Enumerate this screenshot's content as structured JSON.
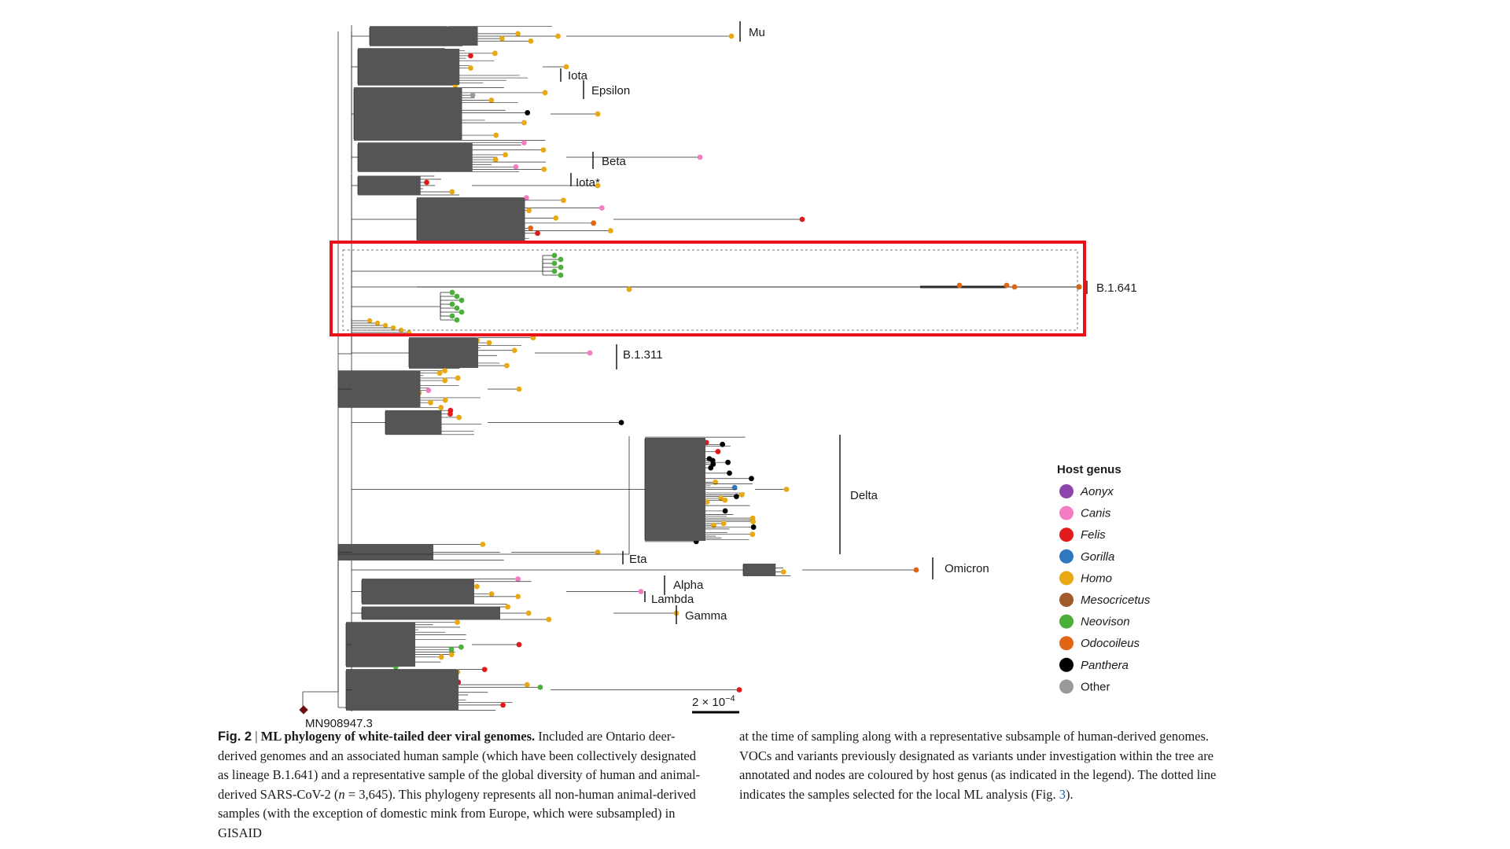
{
  "figure": {
    "clades": [
      {
        "key": "mu",
        "label": "Mu"
      },
      {
        "key": "iota",
        "label": "Iota"
      },
      {
        "key": "epsilon",
        "label": "Epsilon"
      },
      {
        "key": "beta",
        "label": "Beta"
      },
      {
        "key": "iota_star",
        "label": "Iota*"
      },
      {
        "key": "b1641",
        "label": "B.1.641"
      },
      {
        "key": "b1311",
        "label": "B.1.311"
      },
      {
        "key": "delta",
        "label": "Delta"
      },
      {
        "key": "eta",
        "label": "Eta"
      },
      {
        "key": "omicron",
        "label": "Omicron"
      },
      {
        "key": "alpha",
        "label": "Alpha"
      },
      {
        "key": "lambda",
        "label": "Lambda"
      },
      {
        "key": "gamma",
        "label": "Gamma"
      }
    ],
    "root_label": "MN908947.3",
    "scale_bar": {
      "label_base": "2 × 10",
      "label_exp": "−4"
    },
    "highlight_color": "#e8121a",
    "legend": {
      "title": "Host genus",
      "items": [
        {
          "label": "Aonyx",
          "color": "#8e44ad",
          "italic": true
        },
        {
          "label": "Canis",
          "color": "#f27ec1",
          "italic": true
        },
        {
          "label": "Felis",
          "color": "#e31a1c",
          "italic": true
        },
        {
          "label": "Gorilla",
          "color": "#2f78c0",
          "italic": true
        },
        {
          "label": "Homo",
          "color": "#e9a912",
          "italic": true
        },
        {
          "label": "Mesocricetus",
          "color": "#a35a2a",
          "italic": true
        },
        {
          "label": "Neovison",
          "color": "#4caf3a",
          "italic": true
        },
        {
          "label": "Odocoileus",
          "color": "#e06614",
          "italic": true
        },
        {
          "label": "Panthera",
          "color": "#000000",
          "italic": true
        },
        {
          "label": "Other",
          "color": "#9a9a9a",
          "italic": false
        }
      ]
    }
  },
  "caption": {
    "fig_label": "Fig. 2",
    "separator": " | ",
    "title": "ML phylogeny of white-tailed deer viral genomes.",
    "left_text_1": " Included are Ontario deer-derived genomes and an associated human sample (which have been collectively designated as lineage B.1.641) and a representative sample of the global diversity of human and animal-derived SARS-CoV-2 (",
    "n_symbol": "n",
    "left_text_2": " = 3,645). This phylogeny represents all non-human animal-derived samples (with the exception of domestic mink from Europe, which were subsampled) in GISAID",
    "right_text_1": "at the time of sampling along with a representative subsample of human-derived genomes. VOCs and variants previously designated as variants under investigation within the tree are annotated and nodes are coloured by host genus (as indicated in the legend). The dotted line indicates the samples selected for the local ML analysis (Fig. ",
    "fig_ref": "3",
    "right_text_2": ")."
  }
}
